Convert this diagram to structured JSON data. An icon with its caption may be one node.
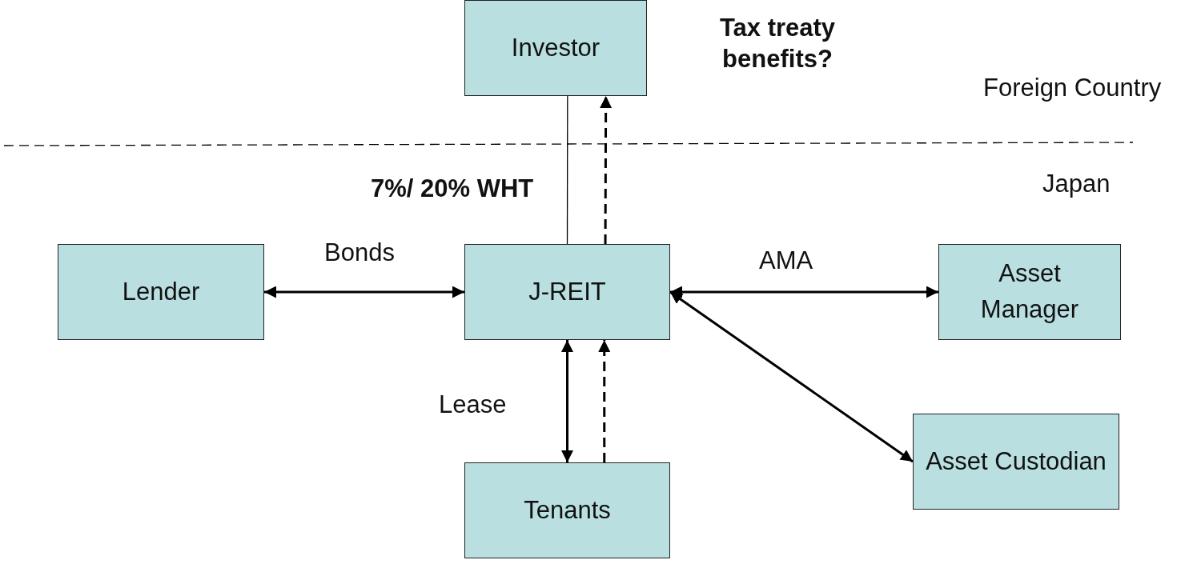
{
  "diagram": {
    "nodes": [
      {
        "text": [
          "Investor"
        ]
      },
      {
        "text": [
          "Lender"
        ]
      },
      {
        "text": [
          "J-REIT"
        ]
      },
      {
        "text": [
          "Asset Manager"
        ]
      },
      {
        "text": [
          "Tenants"
        ]
      },
      {
        "text": [
          "Asset Custodian"
        ]
      }
    ],
    "edges": [
      {
        "from": 2,
        "to": 0,
        "arrow": "none"
      },
      {
        "from": 2,
        "to": 0,
        "arrow": "to",
        "style": "dashed"
      },
      {
        "from": 1,
        "to": 2,
        "arrow": "both",
        "label": "Bonds"
      },
      {
        "from": 2,
        "to": 3,
        "arrow": "both",
        "label": "AMA"
      },
      {
        "from": 2,
        "to": 4,
        "arrow": "both",
        "label": "Lease"
      },
      {
        "from": 4,
        "to": 2,
        "arrow": "to",
        "style": "dashed"
      },
      {
        "from": 2,
        "to": 5,
        "arrow": "both"
      }
    ],
    "labels": [
      "Tax treaty benefits?",
      "Foreign Country",
      "Japan",
      "7%/ 20% WHT"
    ]
  }
}
